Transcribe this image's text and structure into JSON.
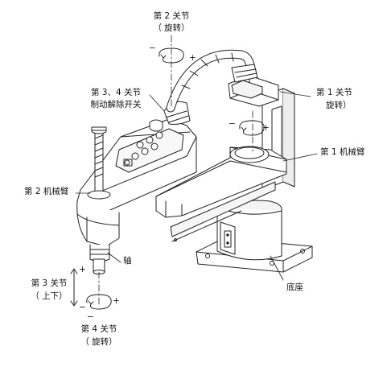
{
  "labels": {
    "joint2": {
      "name": "第 2 关节",
      "motion": "（ 旋转）"
    },
    "joint34_brake": {
      "line1": "第 3、4 关节",
      "line2": "制动解除开关"
    },
    "joint1": {
      "name": "第 1 关节",
      "motion": "旋转）"
    },
    "arm1": "第 1 机械臂",
    "arm2": "第 2 机械臂",
    "shaft": "轴",
    "joint3": {
      "name": "第 3 关节",
      "motion": "（ 上下）"
    },
    "base": "底座",
    "joint4": {
      "name": "第 4 关节",
      "motion": "（ 旋转）"
    }
  },
  "signs": {
    "minus": "−",
    "plus": "+"
  }
}
